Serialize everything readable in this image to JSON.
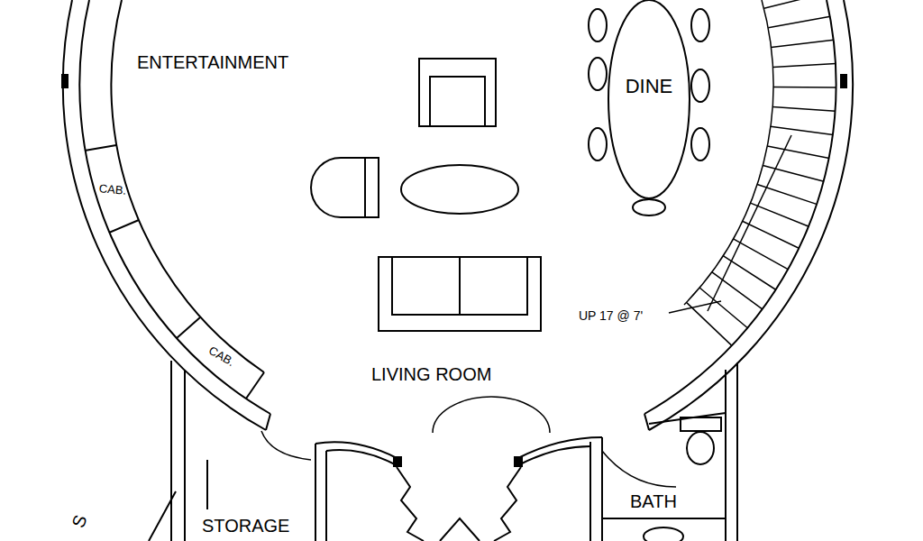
{
  "diagram": {
    "labels": [
      "ENTERTAINMENT",
      "DINE",
      "CAB.",
      "CAB.",
      "UP 17 @ 7'",
      "LIVING ROOM",
      "BATH",
      "STORAGE",
      "S"
    ]
  }
}
